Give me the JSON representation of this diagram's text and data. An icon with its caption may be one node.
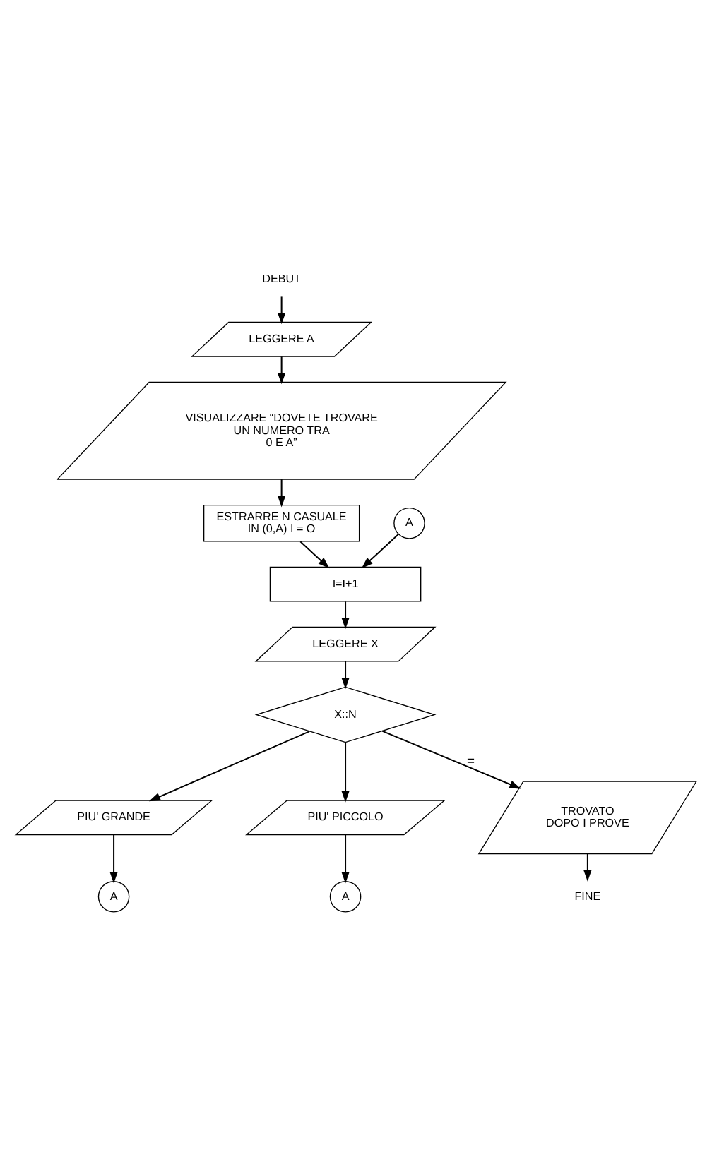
{
  "diagram": {
    "nodes": [
      {
        "text": [
          "DEBUT"
        ]
      },
      {
        "text": [
          "LEGGERE A"
        ]
      },
      {
        "text": [
          "VISUALIZZARE “DOVETE TROVARE UN NUMERO TRA 0 E A”"
        ]
      },
      {
        "text": [
          "ESTRARRE N CASUALE IN (0,A) I = O"
        ]
      },
      {
        "text": [
          "A"
        ]
      },
      {
        "text": [
          "I=I+1"
        ]
      },
      {
        "text": [
          "LEGGERE X"
        ]
      },
      {
        "text": [
          "X::N"
        ]
      },
      {
        "text": [
          "PIU' GRANDE"
        ]
      },
      {
        "text": [
          "PIU' PICCOLO"
        ]
      },
      {
        "text": [
          "A"
        ]
      },
      {
        "text": [
          "TROVATO DOPO I PROVE"
        ]
      },
      {
        "text": [
          "A"
        ]
      },
      {
        "text": [
          "FINE"
        ]
      }
    ],
    "edges": [
      {
        "from": 0,
        "to": 1,
        "arrow": "to"
      },
      {
        "from": 1,
        "to": 2,
        "arrow": "to"
      },
      {
        "from": 2,
        "to": 3,
        "arrow": "to"
      },
      {
        "from": 3,
        "to": 5,
        "arrow": "to"
      },
      {
        "from": 4,
        "to": 5,
        "arrow": "to"
      },
      {
        "from": 5,
        "to": 6,
        "arrow": "to"
      },
      {
        "from": 6,
        "to": 7,
        "arrow": "to"
      },
      {
        "from": 7,
        "to": 8,
        "arrow": "to"
      },
      {
        "from": 7,
        "to": 11,
        "label": "=",
        "arrow": "to"
      },
      {
        "from": 7,
        "to": 9,
        "arrow": "to"
      },
      {
        "from": 8,
        "to": 10,
        "arrow": "to"
      },
      {
        "from": 9,
        "to": 12,
        "arrow": "to"
      },
      {
        "from": 11,
        "to": 13,
        "arrow": "to"
      }
    ]
  }
}
